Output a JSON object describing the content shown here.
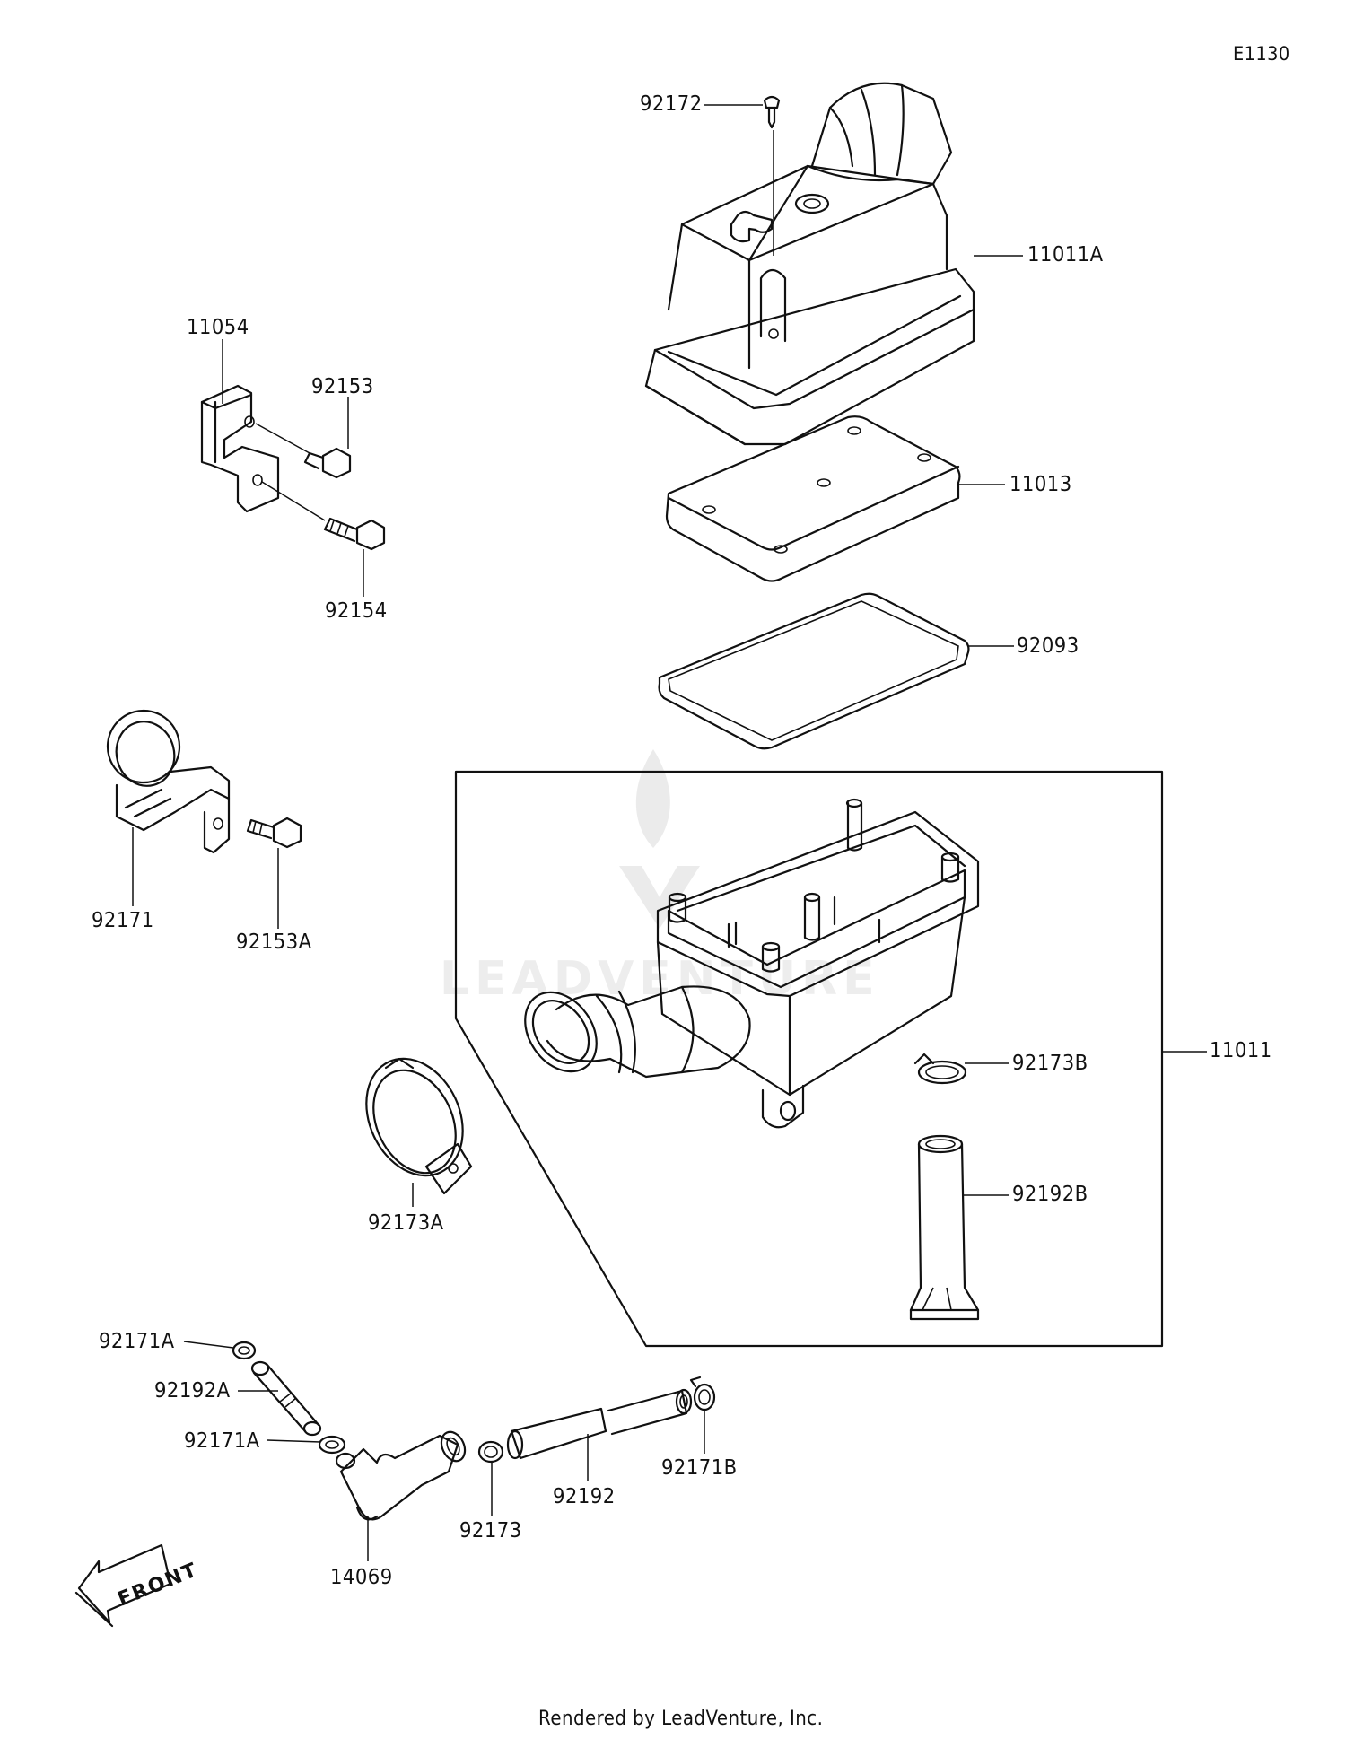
{
  "diagram": {
    "ref_code": "E1130",
    "footer": "Rendered by LeadVenture, Inc.",
    "watermark": "LEADVENTURE",
    "front_badge": "FRONT",
    "parts": [
      {
        "id": "p_92172",
        "number": "92172"
      },
      {
        "id": "p_11011A",
        "number": "11011A"
      },
      {
        "id": "p_11054",
        "number": "11054"
      },
      {
        "id": "p_92153",
        "number": "92153"
      },
      {
        "id": "p_11013",
        "number": "11013"
      },
      {
        "id": "p_92154",
        "number": "92154"
      },
      {
        "id": "p_92093",
        "number": "92093"
      },
      {
        "id": "p_92171",
        "number": "92171"
      },
      {
        "id": "p_92153A",
        "number": "92153A"
      },
      {
        "id": "p_92173B",
        "number": "92173B"
      },
      {
        "id": "p_11011",
        "number": "11011"
      },
      {
        "id": "p_92173A",
        "number": "92173A"
      },
      {
        "id": "p_92192B",
        "number": "92192B"
      },
      {
        "id": "p_92171A_1",
        "number": "92171A"
      },
      {
        "id": "p_92192A",
        "number": "92192A"
      },
      {
        "id": "p_92171A_2",
        "number": "92171A"
      },
      {
        "id": "p_92171B",
        "number": "92171B"
      },
      {
        "id": "p_92192",
        "number": "92192"
      },
      {
        "id": "p_92173",
        "number": "92173"
      },
      {
        "id": "p_14069",
        "number": "14069"
      }
    ]
  }
}
